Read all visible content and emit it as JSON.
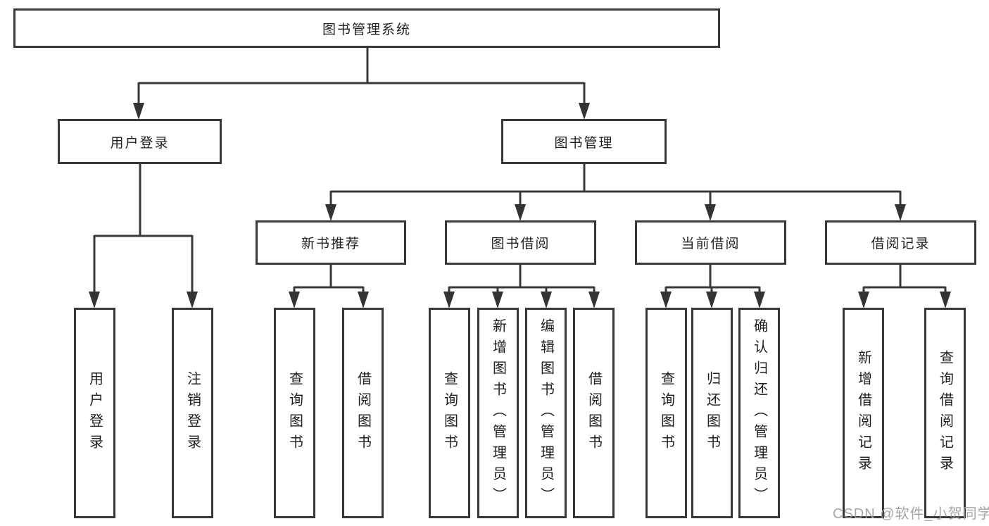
{
  "watermark": "CSDN @软件_小贺同学",
  "colors": {
    "line": "#383838",
    "text": "#1f1f1f",
    "box_background": "#ffffff",
    "watermark": "#9e9e9e"
  },
  "tree": {
    "root": {
      "label": "图书管理系统"
    },
    "branches": [
      {
        "label": "用户登录",
        "children": [
          {
            "label": "用户登录"
          },
          {
            "label": "注销登录"
          }
        ]
      },
      {
        "label": "图书管理",
        "children": [
          {
            "label": "新书推荐",
            "children": [
              {
                "label": "查询图书"
              },
              {
                "label": "借阅图书"
              }
            ]
          },
          {
            "label": "图书借阅",
            "children": [
              {
                "label": "查询图书"
              },
              {
                "label": "新增图书（管理员）"
              },
              {
                "label": "编辑图书（管理员）"
              },
              {
                "label": "借阅图书"
              }
            ]
          },
          {
            "label": "当前借阅",
            "children": [
              {
                "label": "查询图书"
              },
              {
                "label": "归还图书"
              },
              {
                "label": "确认归还（管理员）"
              }
            ]
          },
          {
            "label": "借阅记录",
            "children": [
              {
                "label": "新增借阅记录"
              },
              {
                "label": "查询借阅记录"
              }
            ]
          }
        ]
      }
    ]
  }
}
